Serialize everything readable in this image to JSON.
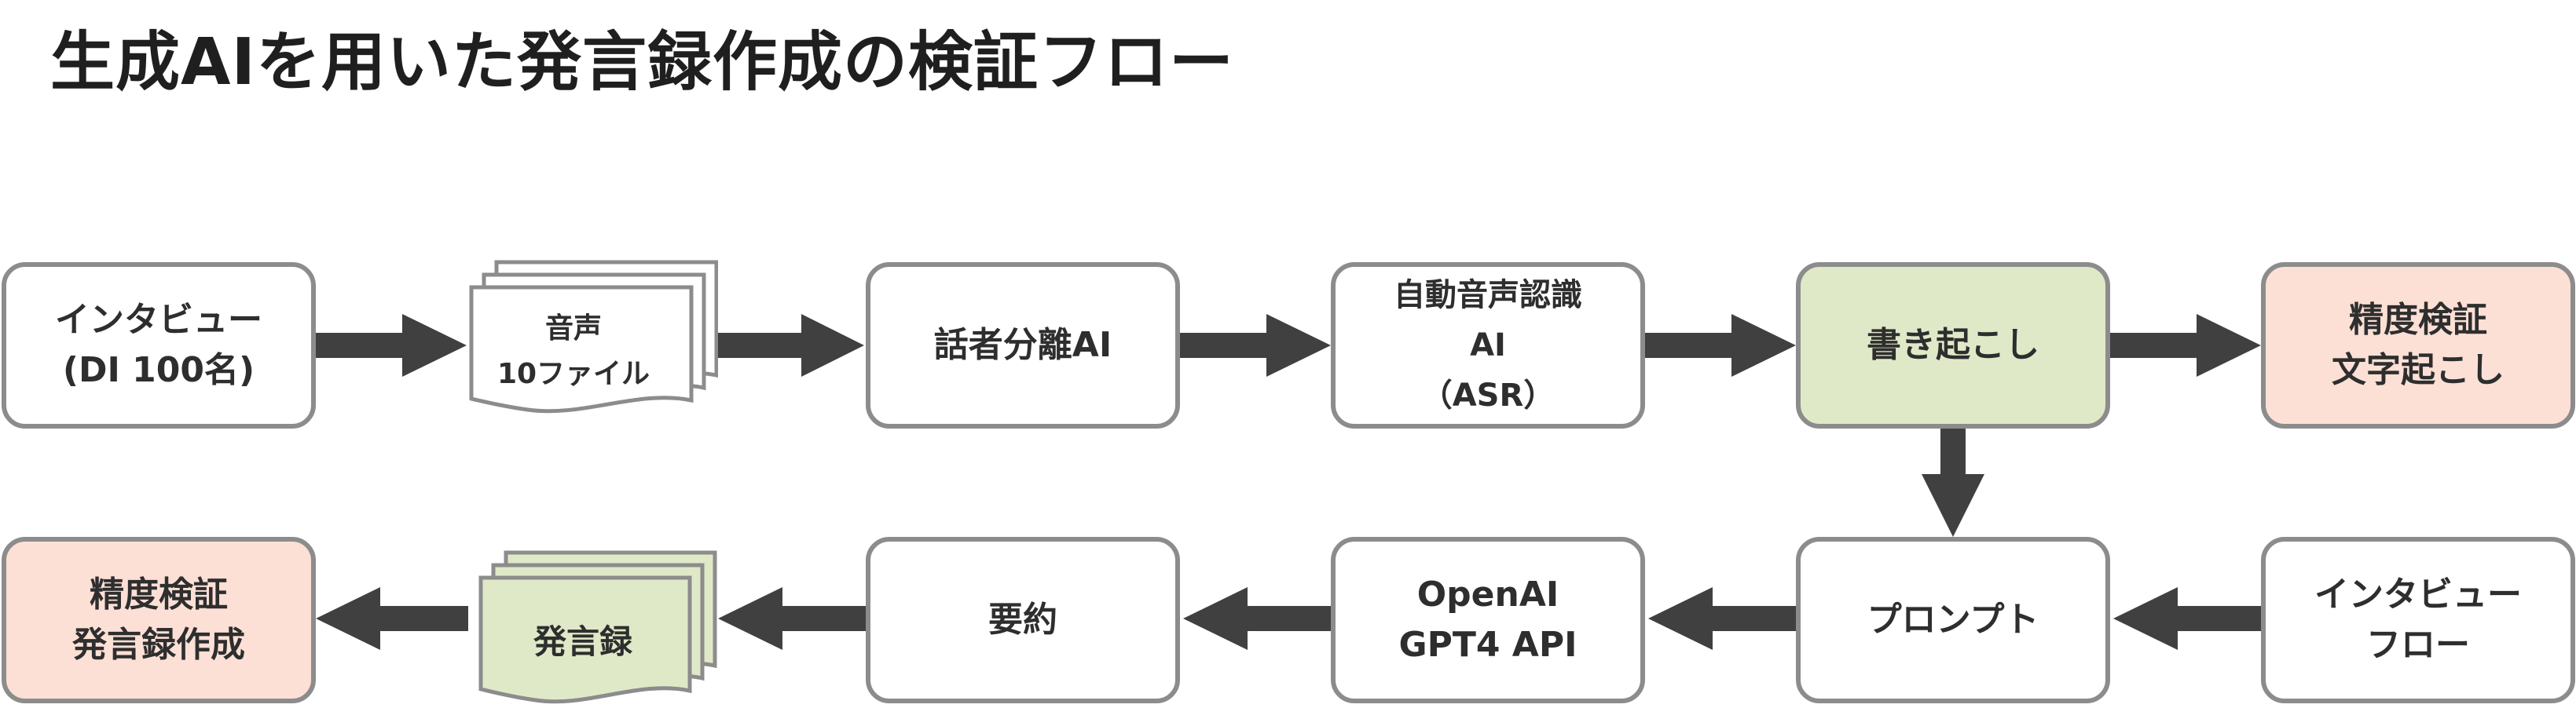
{
  "title": "生成AIを用いた発言録作成の検証フロー",
  "colors": {
    "border": "#8c8c8c",
    "arrow": "#404040",
    "green_fill": "#dfe9c8",
    "pink_fill": "#fce0d6",
    "white_fill": "#ffffff"
  },
  "row1": {
    "interview": [
      "インタビュー",
      "(DI 100名)"
    ],
    "audio_files": [
      "音声",
      "10ファイル"
    ],
    "diarization": [
      "話者分離AI"
    ],
    "asr": [
      "自動音声認識",
      "AI",
      "（ASR）"
    ],
    "transcription": [
      "書き起こし"
    ],
    "accuracy_transcript": [
      "精度検証",
      "文字起こし"
    ]
  },
  "row2": {
    "accuracy_minutes": [
      "精度検証",
      "発言録作成"
    ],
    "minutes_doc": [
      "発言録"
    ],
    "summary": [
      "要約"
    ],
    "openai": [
      "OpenAI",
      "GPT4 API"
    ],
    "prompt": [
      "プロンプト"
    ],
    "interview_flow": [
      "インタビュー",
      "フロー"
    ]
  }
}
